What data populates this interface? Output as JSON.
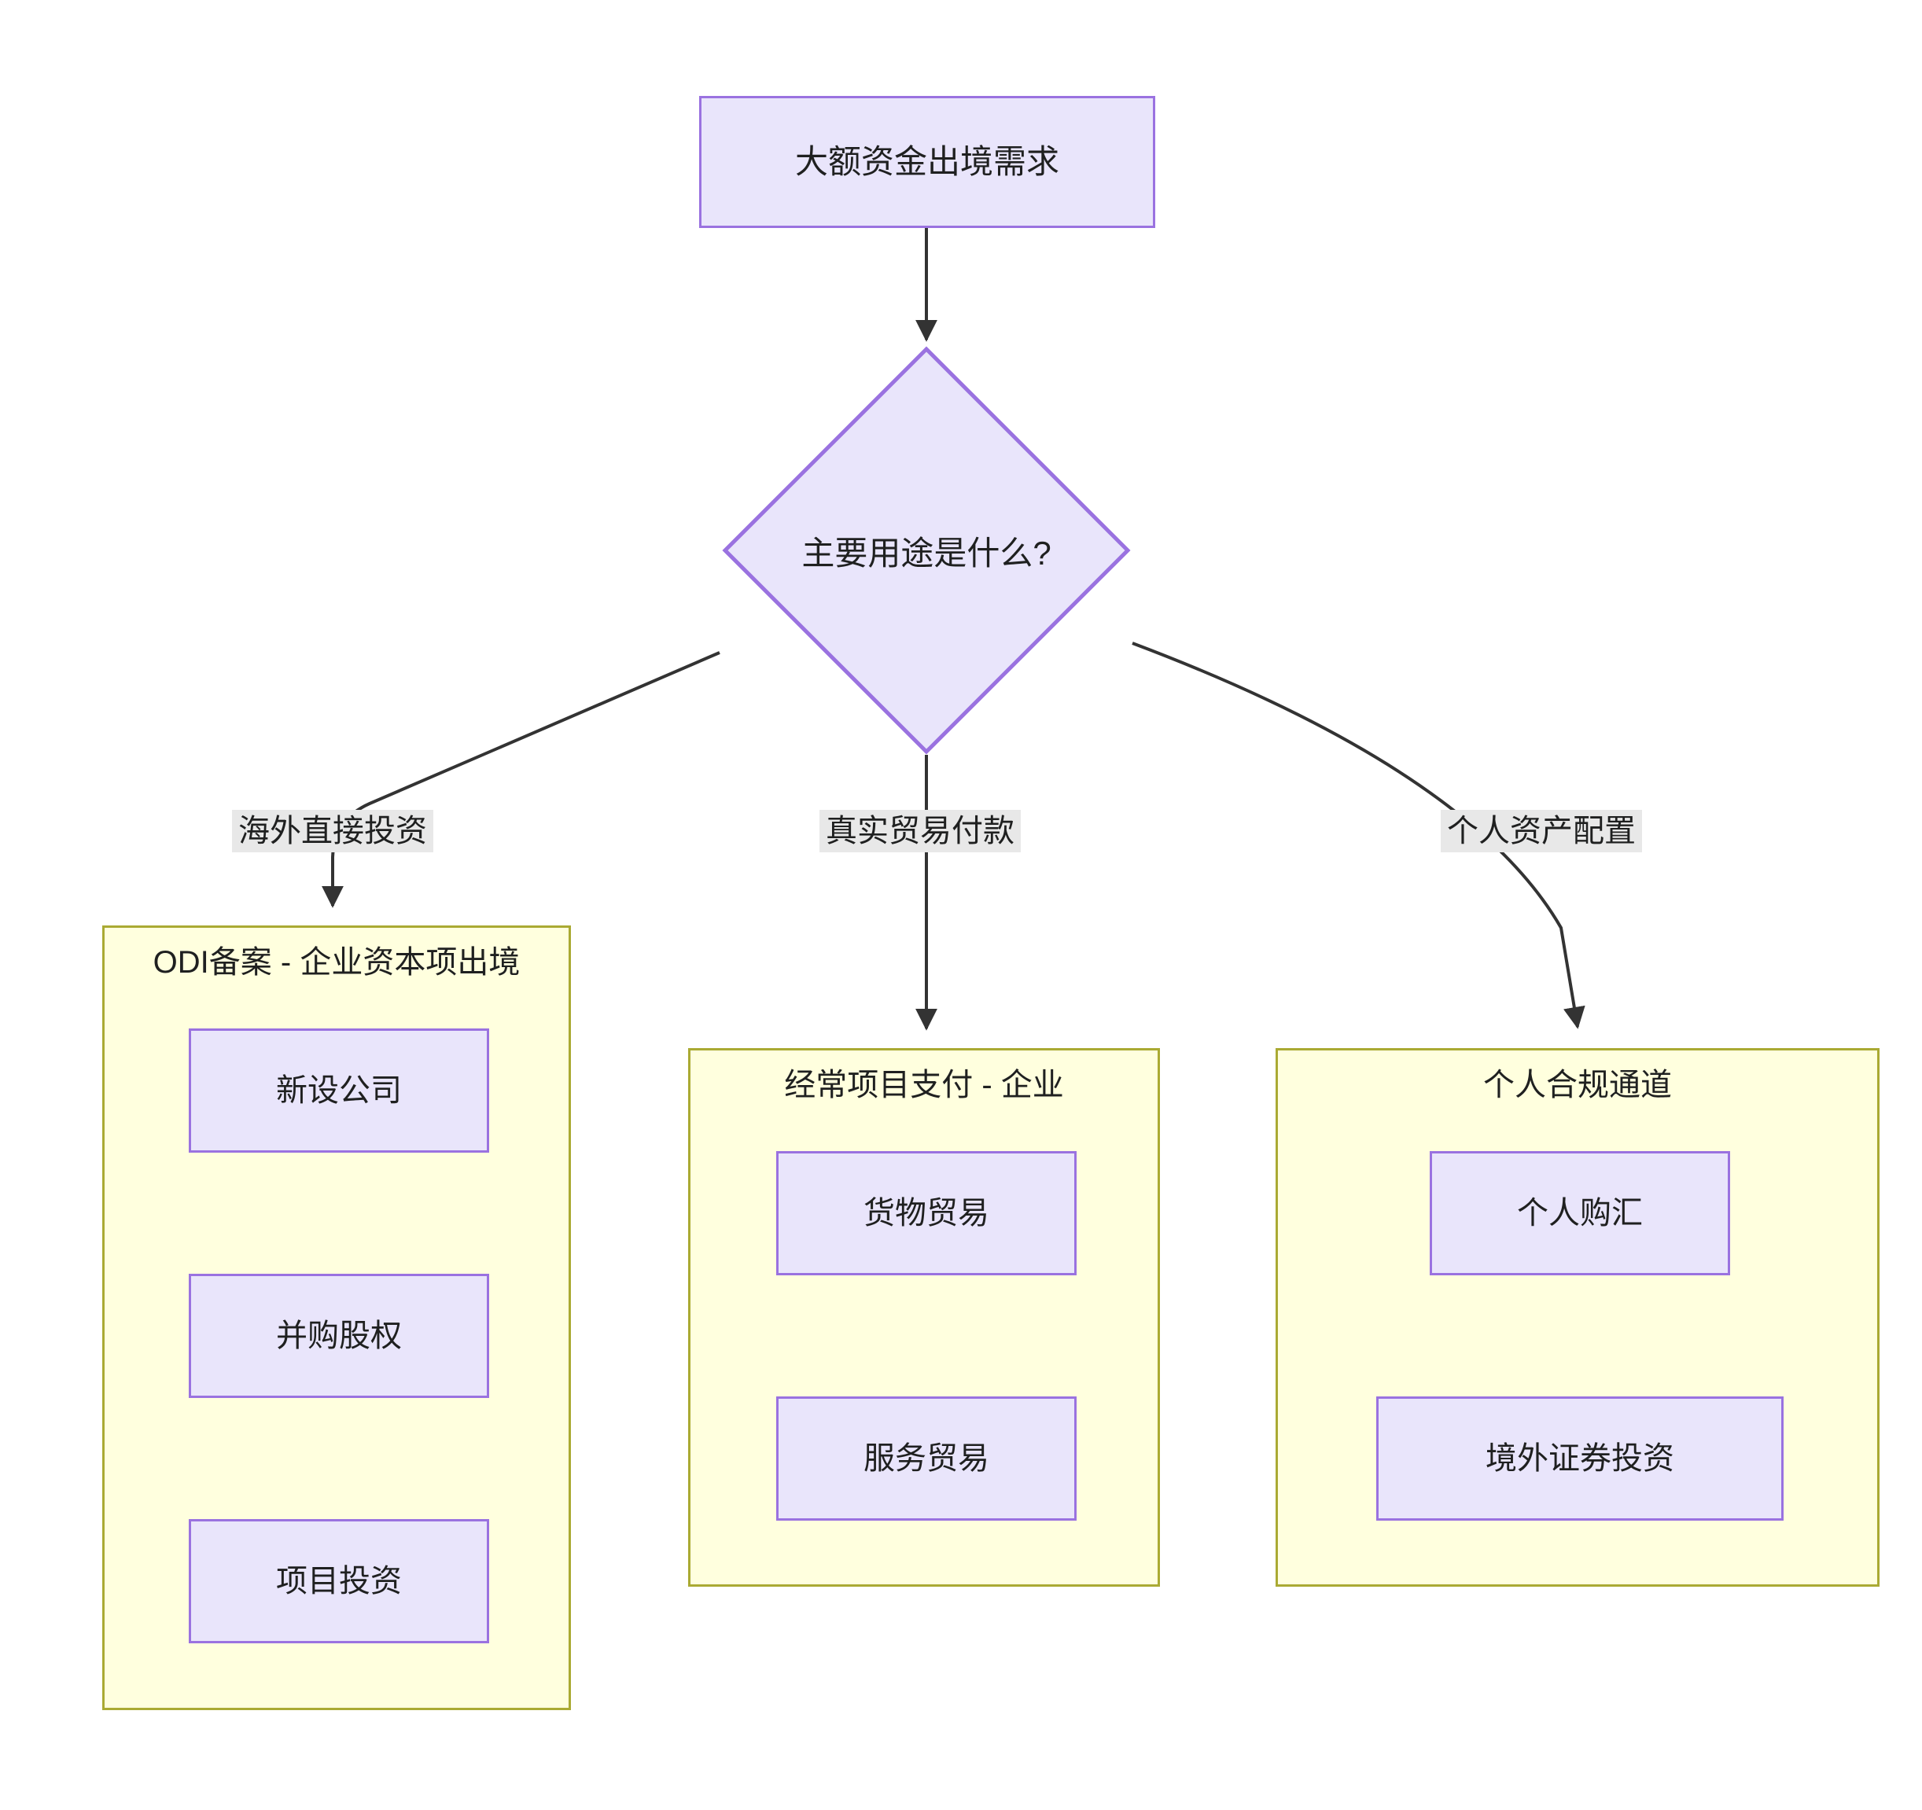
{
  "diagram": {
    "type": "flowchart",
    "direction": "top-down",
    "title_text": "",
    "colors": {
      "node_fill": "#e9e5fb",
      "node_border": "#9a72e0",
      "subgraph_fill": "#ffffde",
      "subgraph_border": "#aaaa33",
      "edge_stroke": "#333333",
      "edge_label_bg": "#e8e8e8",
      "text": "#1f2020",
      "background": "#ffffff"
    }
  },
  "root": {
    "label": "大额资金出境需求"
  },
  "decision": {
    "label": "主要用途是什么?"
  },
  "edges": [
    {
      "from": "decision",
      "to": "subgraph-odi",
      "label": "海外直接投资"
    },
    {
      "from": "decision",
      "to": "subgraph-current",
      "label": "真实贸易付款"
    },
    {
      "from": "decision",
      "to": "subgraph-personal",
      "label": "个人资产配置"
    },
    {
      "from": "root",
      "to": "decision",
      "label": ""
    }
  ],
  "subgraphs": [
    {
      "id": "subgraph-odi",
      "title": "ODI备案 - 企业资本项出境",
      "nodes": [
        {
          "label": "新设公司"
        },
        {
          "label": "并购股权"
        },
        {
          "label": "项目投资"
        }
      ]
    },
    {
      "id": "subgraph-current",
      "title": "经常项目支付 - 企业",
      "nodes": [
        {
          "label": "货物贸易"
        },
        {
          "label": "服务贸易"
        }
      ]
    },
    {
      "id": "subgraph-personal",
      "title": "个人合规通道",
      "nodes": [
        {
          "label": "个人购汇"
        },
        {
          "label": "境外证券投资"
        }
      ]
    }
  ]
}
